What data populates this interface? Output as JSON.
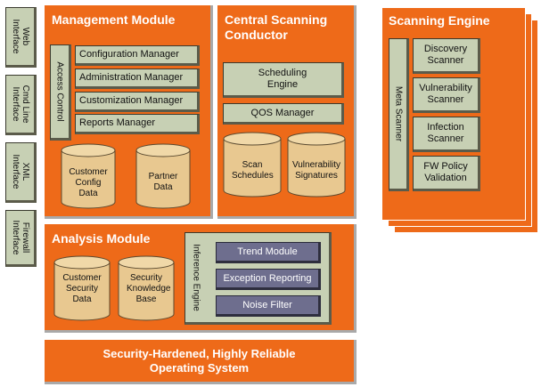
{
  "interfaces": [
    {
      "label": "Web Interface"
    },
    {
      "label": "Cmd Line Interface"
    },
    {
      "label": "XML Interface"
    },
    {
      "label": "Firewall Interface"
    }
  ],
  "management": {
    "title": "Management Module",
    "access_control": "Access Control",
    "items": [
      "Configuration Manager",
      "Administration Manager",
      "Customization Manager",
      "Reports Manager"
    ],
    "db1": "Customer Config Data",
    "db2": "Partner Data"
  },
  "conductor": {
    "title": "Central Scanning Conductor",
    "scheduling": "Scheduling Engine",
    "qos": "QOS Manager",
    "db1": "Scan Schedules",
    "db2": "Vulnerability Signatures"
  },
  "engine": {
    "title": "Scanning Engine",
    "meta": "Meta Scanner",
    "items": [
      "Discovery Scanner",
      "Vulnerability Scanner",
      "Infection Scanner",
      "FW Policy Validation"
    ]
  },
  "analysis": {
    "title": "Analysis Module",
    "db1": "Customer Security Data",
    "db2": "Security Knowledge Base",
    "inference": "Inference Engine",
    "items": [
      "Trend Module",
      "Exception Reporting",
      "Noise Filter"
    ]
  },
  "os": {
    "title": "Security-Hardened, Highly Reliable Operating System"
  },
  "colors": {
    "module_orange": "#ee6a19",
    "box_green": "#c7d0b4",
    "box_purple": "#6e6e8e",
    "cylinder_tan": "#e8c890"
  }
}
